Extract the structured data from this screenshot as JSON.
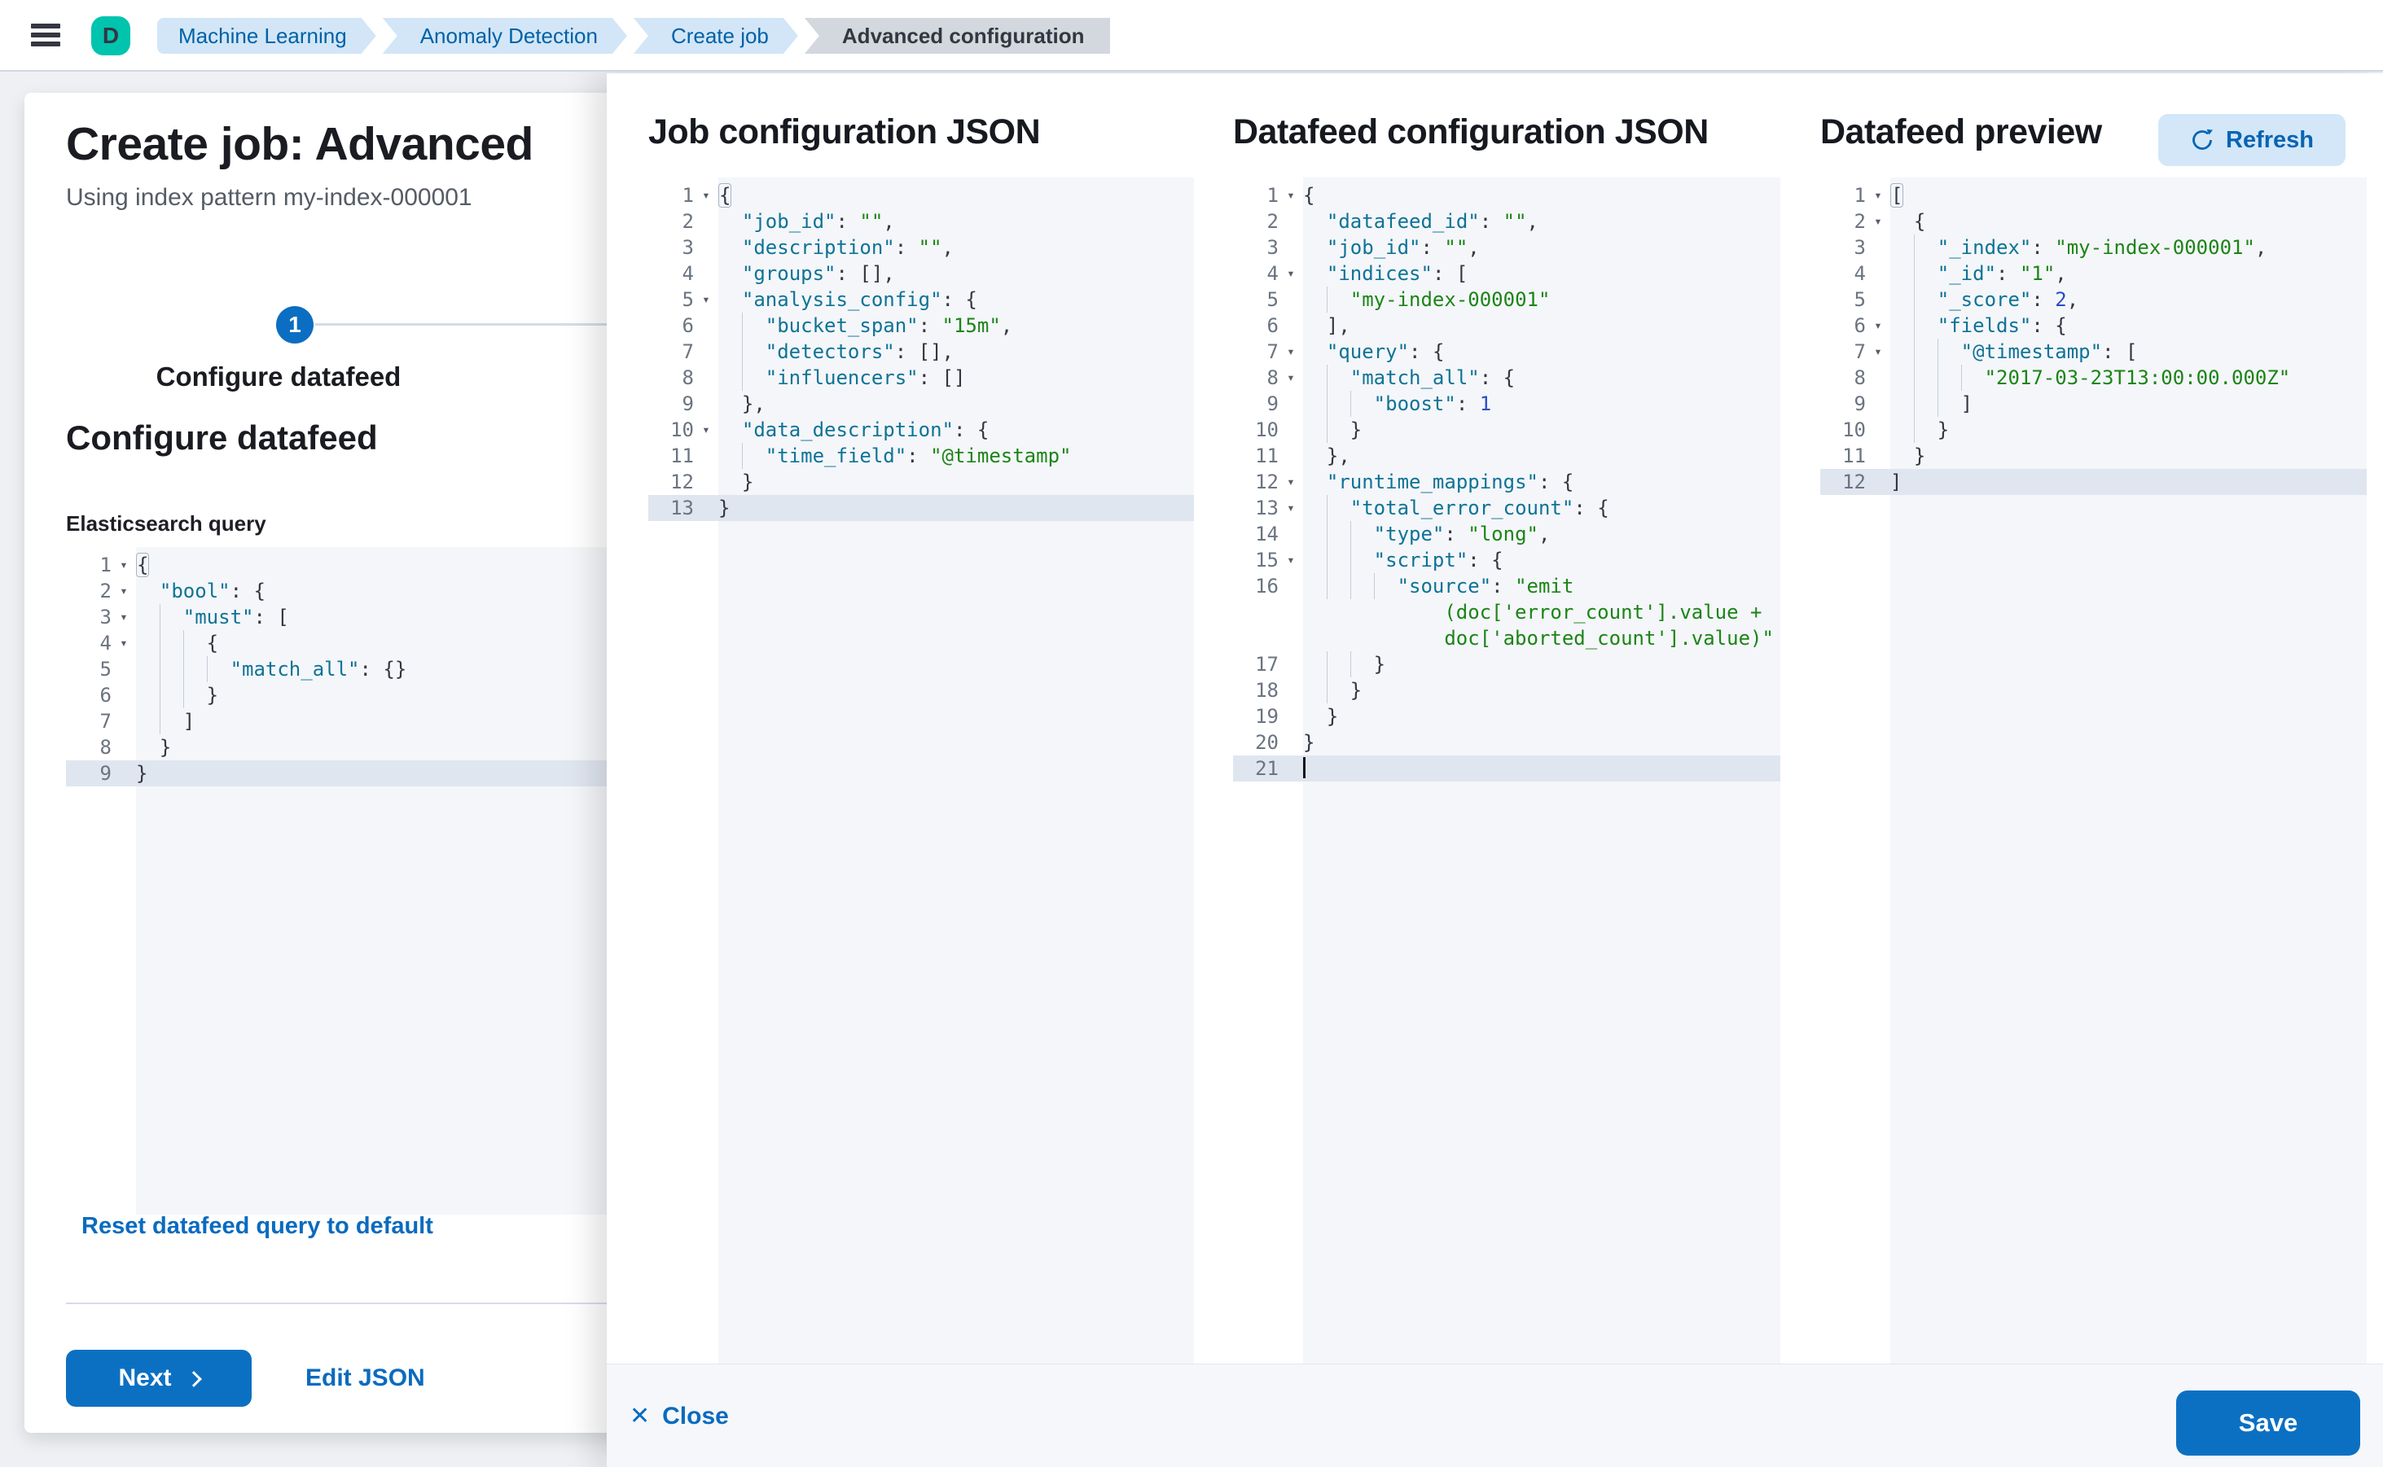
{
  "header": {
    "avatar_initial": "D",
    "breadcrumbs": [
      {
        "label": "Machine Learning"
      },
      {
        "label": "Anomaly Detection"
      },
      {
        "label": "Create job"
      },
      {
        "label": "Advanced configuration"
      }
    ]
  },
  "wizard": {
    "title": "Create job: Advanced",
    "subtitle": "Using index pattern my-index-000001",
    "step_number": "1",
    "step_label": "Configure datafeed",
    "section_heading": "Configure datafeed",
    "query_label": "Elasticsearch query",
    "reset_link": "Reset datafeed query to default",
    "next_label": "Next",
    "edit_json_label": "Edit JSON"
  },
  "flyout": {
    "columns": [
      {
        "heading": "Job configuration JSON"
      },
      {
        "heading": "Datafeed configuration JSON"
      },
      {
        "heading": "Datafeed preview",
        "refresh_label": "Refresh"
      }
    ],
    "close_label": "Close",
    "save_label": "Save"
  },
  "colors": {
    "primary_button": "#0c70c2",
    "link": "#0a6bbf",
    "avatar": "#00c4ae",
    "breadcrumb_bg": "#d2e6f7",
    "breadcrumb_text": "#0061a6",
    "breadcrumb_current_bg": "#d3d7de",
    "editor_bg": "#f4f6f9",
    "active_line": "#e0e6f0",
    "code_key": "#0e7396",
    "code_string": "#1c8417",
    "code_number": "#2a4cc7"
  },
  "editors": {
    "es_query": {
      "lines": [
        {
          "n": 1,
          "fold": true,
          "ind": 0,
          "t": [
            [
              "p",
              "{",
              "bm"
            ]
          ]
        },
        {
          "n": 2,
          "fold": true,
          "ind": 1,
          "t": [
            [
              "k",
              "\"bool\""
            ],
            [
              "p",
              ": {"
            ]
          ]
        },
        {
          "n": 3,
          "fold": true,
          "ind": 2,
          "t": [
            [
              "k",
              "\"must\""
            ],
            [
              "p",
              ": ["
            ]
          ]
        },
        {
          "n": 4,
          "fold": true,
          "ind": 3,
          "t": [
            [
              "p",
              "{"
            ]
          ]
        },
        {
          "n": 5,
          "ind": 4,
          "t": [
            [
              "k",
              "\"match_all\""
            ],
            [
              "p",
              ": {}"
            ]
          ]
        },
        {
          "n": 6,
          "ind": 3,
          "t": [
            [
              "p",
              "}"
            ]
          ]
        },
        {
          "n": 7,
          "ind": 2,
          "t": [
            [
              "p",
              "]"
            ]
          ]
        },
        {
          "n": 8,
          "ind": 1,
          "t": [
            [
              "p",
              "}"
            ]
          ]
        },
        {
          "n": 9,
          "ind": 0,
          "active": true,
          "t": [
            [
              "p",
              "}"
            ]
          ]
        }
      ]
    },
    "job_config": {
      "lines": [
        {
          "n": 1,
          "fold": true,
          "ind": 0,
          "t": [
            [
              "p",
              "{",
              "bm"
            ]
          ]
        },
        {
          "n": 2,
          "ind": 1,
          "t": [
            [
              "k",
              "\"job_id\""
            ],
            [
              "p",
              ": "
            ],
            [
              "s",
              "\"\""
            ],
            [
              "p",
              ","
            ]
          ]
        },
        {
          "n": 3,
          "ind": 1,
          "t": [
            [
              "k",
              "\"description\""
            ],
            [
              "p",
              ": "
            ],
            [
              "s",
              "\"\""
            ],
            [
              "p",
              ","
            ]
          ]
        },
        {
          "n": 4,
          "ind": 1,
          "t": [
            [
              "k",
              "\"groups\""
            ],
            [
              "p",
              ": [],"
            ]
          ]
        },
        {
          "n": 5,
          "fold": true,
          "ind": 1,
          "t": [
            [
              "k",
              "\"analysis_config\""
            ],
            [
              "p",
              ": {"
            ]
          ]
        },
        {
          "n": 6,
          "ind": 2,
          "t": [
            [
              "k",
              "\"bucket_span\""
            ],
            [
              "p",
              ": "
            ],
            [
              "s",
              "\"15m\""
            ],
            [
              "p",
              ","
            ]
          ]
        },
        {
          "n": 7,
          "ind": 2,
          "t": [
            [
              "k",
              "\"detectors\""
            ],
            [
              "p",
              ": [],"
            ]
          ]
        },
        {
          "n": 8,
          "ind": 2,
          "t": [
            [
              "k",
              "\"influencers\""
            ],
            [
              "p",
              ": []"
            ]
          ]
        },
        {
          "n": 9,
          "ind": 1,
          "t": [
            [
              "p",
              "},"
            ]
          ]
        },
        {
          "n": 10,
          "fold": true,
          "ind": 1,
          "t": [
            [
              "k",
              "\"data_description\""
            ],
            [
              "p",
              ": {"
            ]
          ]
        },
        {
          "n": 11,
          "ind": 2,
          "t": [
            [
              "k",
              "\"time_field\""
            ],
            [
              "p",
              ": "
            ],
            [
              "s",
              "\"@timestamp\""
            ]
          ]
        },
        {
          "n": 12,
          "ind": 1,
          "t": [
            [
              "p",
              "}"
            ]
          ]
        },
        {
          "n": 13,
          "ind": 0,
          "active": true,
          "t": [
            [
              "p",
              "}"
            ]
          ]
        }
      ]
    },
    "datafeed_config": {
      "lines": [
        {
          "n": 1,
          "fold": true,
          "ind": 0,
          "t": [
            [
              "p",
              "{"
            ]
          ]
        },
        {
          "n": 2,
          "ind": 1,
          "t": [
            [
              "k",
              "\"datafeed_id\""
            ],
            [
              "p",
              ": "
            ],
            [
              "s",
              "\"\""
            ],
            [
              "p",
              ","
            ]
          ]
        },
        {
          "n": 3,
          "ind": 1,
          "t": [
            [
              "k",
              "\"job_id\""
            ],
            [
              "p",
              ": "
            ],
            [
              "s",
              "\"\""
            ],
            [
              "p",
              ","
            ]
          ]
        },
        {
          "n": 4,
          "fold": true,
          "ind": 1,
          "t": [
            [
              "k",
              "\"indices\""
            ],
            [
              "p",
              ": ["
            ]
          ]
        },
        {
          "n": 5,
          "ind": 2,
          "t": [
            [
              "s",
              "\"my-index-000001\""
            ]
          ]
        },
        {
          "n": 6,
          "ind": 1,
          "t": [
            [
              "p",
              "],"
            ]
          ]
        },
        {
          "n": 7,
          "fold": true,
          "ind": 1,
          "t": [
            [
              "k",
              "\"query\""
            ],
            [
              "p",
              ": {"
            ]
          ]
        },
        {
          "n": 8,
          "fold": true,
          "ind": 2,
          "t": [
            [
              "k",
              "\"match_all\""
            ],
            [
              "p",
              ": {"
            ]
          ]
        },
        {
          "n": 9,
          "ind": 3,
          "t": [
            [
              "k",
              "\"boost\""
            ],
            [
              "p",
              ": "
            ],
            [
              "n2",
              "1"
            ]
          ]
        },
        {
          "n": 10,
          "ind": 2,
          "t": [
            [
              "p",
              "}"
            ]
          ]
        },
        {
          "n": 11,
          "ind": 1,
          "t": [
            [
              "p",
              "},"
            ]
          ]
        },
        {
          "n": 12,
          "fold": true,
          "ind": 1,
          "t": [
            [
              "k",
              "\"runtime_mappings\""
            ],
            [
              "p",
              ": {"
            ]
          ]
        },
        {
          "n": 13,
          "fold": true,
          "ind": 2,
          "t": [
            [
              "k",
              "\"total_error_count\""
            ],
            [
              "p",
              ": {"
            ]
          ]
        },
        {
          "n": 14,
          "ind": 3,
          "t": [
            [
              "k",
              "\"type\""
            ],
            [
              "p",
              ": "
            ],
            [
              "s",
              "\"long\""
            ],
            [
              "p",
              ","
            ]
          ]
        },
        {
          "n": 15,
          "fold": true,
          "ind": 3,
          "t": [
            [
              "k",
              "\"script\""
            ],
            [
              "p",
              ": {"
            ]
          ]
        },
        {
          "n": 16,
          "ind": 4,
          "t": [
            [
              "k",
              "\"source\""
            ],
            [
              "p",
              ": "
            ],
            [
              "s",
              "\"emit"
            ]
          ]
        },
        {
          "cont": true,
          "ind": 6,
          "ng": true,
          "t": [
            [
              "s",
              "(doc['error_count'].value +"
            ]
          ]
        },
        {
          "cont": true,
          "ind": 6,
          "ng": true,
          "t": [
            [
              "s",
              "doc['aborted_count'].value)\""
            ]
          ]
        },
        {
          "n": 17,
          "ind": 3,
          "t": [
            [
              "p",
              "}"
            ]
          ]
        },
        {
          "n": 18,
          "ind": 2,
          "t": [
            [
              "p",
              "}"
            ]
          ]
        },
        {
          "n": 19,
          "ind": 1,
          "t": [
            [
              "p",
              "}"
            ]
          ]
        },
        {
          "n": 20,
          "ind": 0,
          "t": [
            [
              "p",
              "}"
            ]
          ]
        },
        {
          "n": 21,
          "ind": 0,
          "active": true,
          "cursor": true,
          "t": []
        }
      ]
    },
    "datafeed_preview": {
      "lines": [
        {
          "n": 1,
          "fold": true,
          "ind": 0,
          "t": [
            [
              "p",
              "[",
              "bm"
            ]
          ]
        },
        {
          "n": 2,
          "fold": true,
          "ind": 1,
          "t": [
            [
              "p",
              "{"
            ]
          ]
        },
        {
          "n": 3,
          "ind": 2,
          "t": [
            [
              "k",
              "\"_index\""
            ],
            [
              "p",
              ": "
            ],
            [
              "s",
              "\"my-index-000001\""
            ],
            [
              "p",
              ","
            ]
          ]
        },
        {
          "n": 4,
          "ind": 2,
          "t": [
            [
              "k",
              "\"_id\""
            ],
            [
              "p",
              ": "
            ],
            [
              "s",
              "\"1\""
            ],
            [
              "p",
              ","
            ]
          ]
        },
        {
          "n": 5,
          "ind": 2,
          "t": [
            [
              "k",
              "\"_score\""
            ],
            [
              "p",
              ": "
            ],
            [
              "n2",
              "2"
            ],
            [
              "p",
              ","
            ]
          ]
        },
        {
          "n": 6,
          "fold": true,
          "ind": 2,
          "t": [
            [
              "k",
              "\"fields\""
            ],
            [
              "p",
              ": {"
            ]
          ]
        },
        {
          "n": 7,
          "fold": true,
          "ind": 3,
          "t": [
            [
              "k",
              "\"@timestamp\""
            ],
            [
              "p",
              ": ["
            ]
          ]
        },
        {
          "n": 8,
          "ind": 4,
          "t": [
            [
              "s",
              "\"2017-03-23T13:00:00.000Z\""
            ]
          ]
        },
        {
          "n": 9,
          "ind": 3,
          "t": [
            [
              "p",
              "]"
            ]
          ]
        },
        {
          "n": 10,
          "ind": 2,
          "t": [
            [
              "p",
              "}"
            ]
          ]
        },
        {
          "n": 11,
          "ind": 1,
          "t": [
            [
              "p",
              "}"
            ]
          ]
        },
        {
          "n": 12,
          "ind": 0,
          "active": true,
          "t": [
            [
              "p",
              "]"
            ]
          ]
        }
      ]
    }
  }
}
